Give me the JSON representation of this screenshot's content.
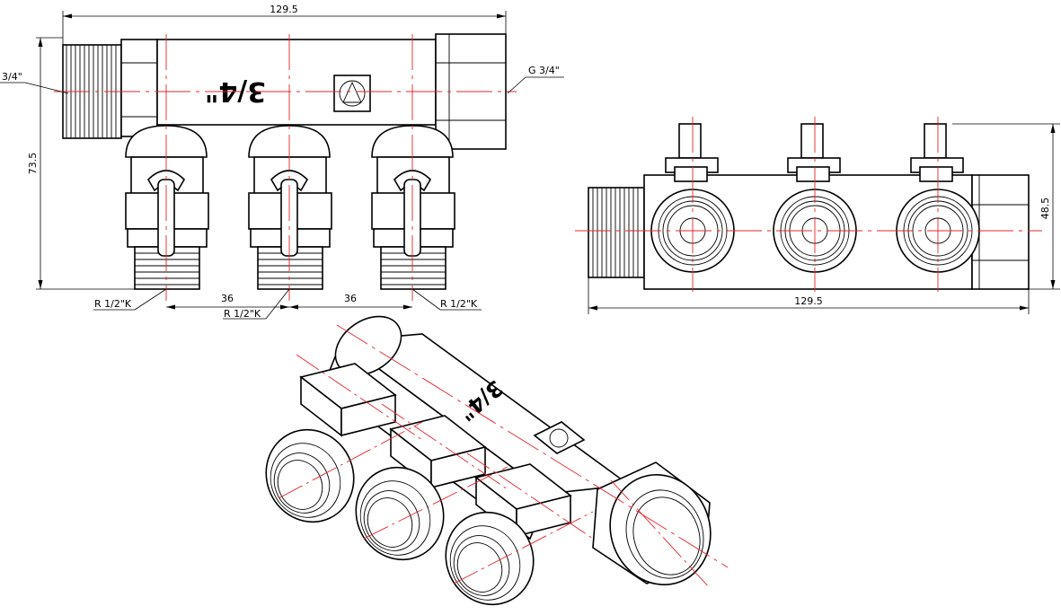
{
  "front_view": {
    "overall_length": "129.5",
    "height": "73.5",
    "inlet_thread": "3/4\"",
    "outlet_thread": "G 3/4\"",
    "body_marking": "3/4\"",
    "branch_left_thread": "R 1/2\"K",
    "branch_middle_thread": "R 1/2\"K",
    "branch_right_thread": "R 1/2\"K",
    "pitch_1": "36",
    "pitch_2": "36"
  },
  "top_view": {
    "overall_length": "129.5",
    "height": "48.5"
  },
  "iso_view": {
    "body_marking": "3/4\""
  },
  "colors": {
    "outline": "#000000",
    "centerline": "#e8242a",
    "background": "#ffffff"
  },
  "icons": [
    "logo-icon"
  ]
}
